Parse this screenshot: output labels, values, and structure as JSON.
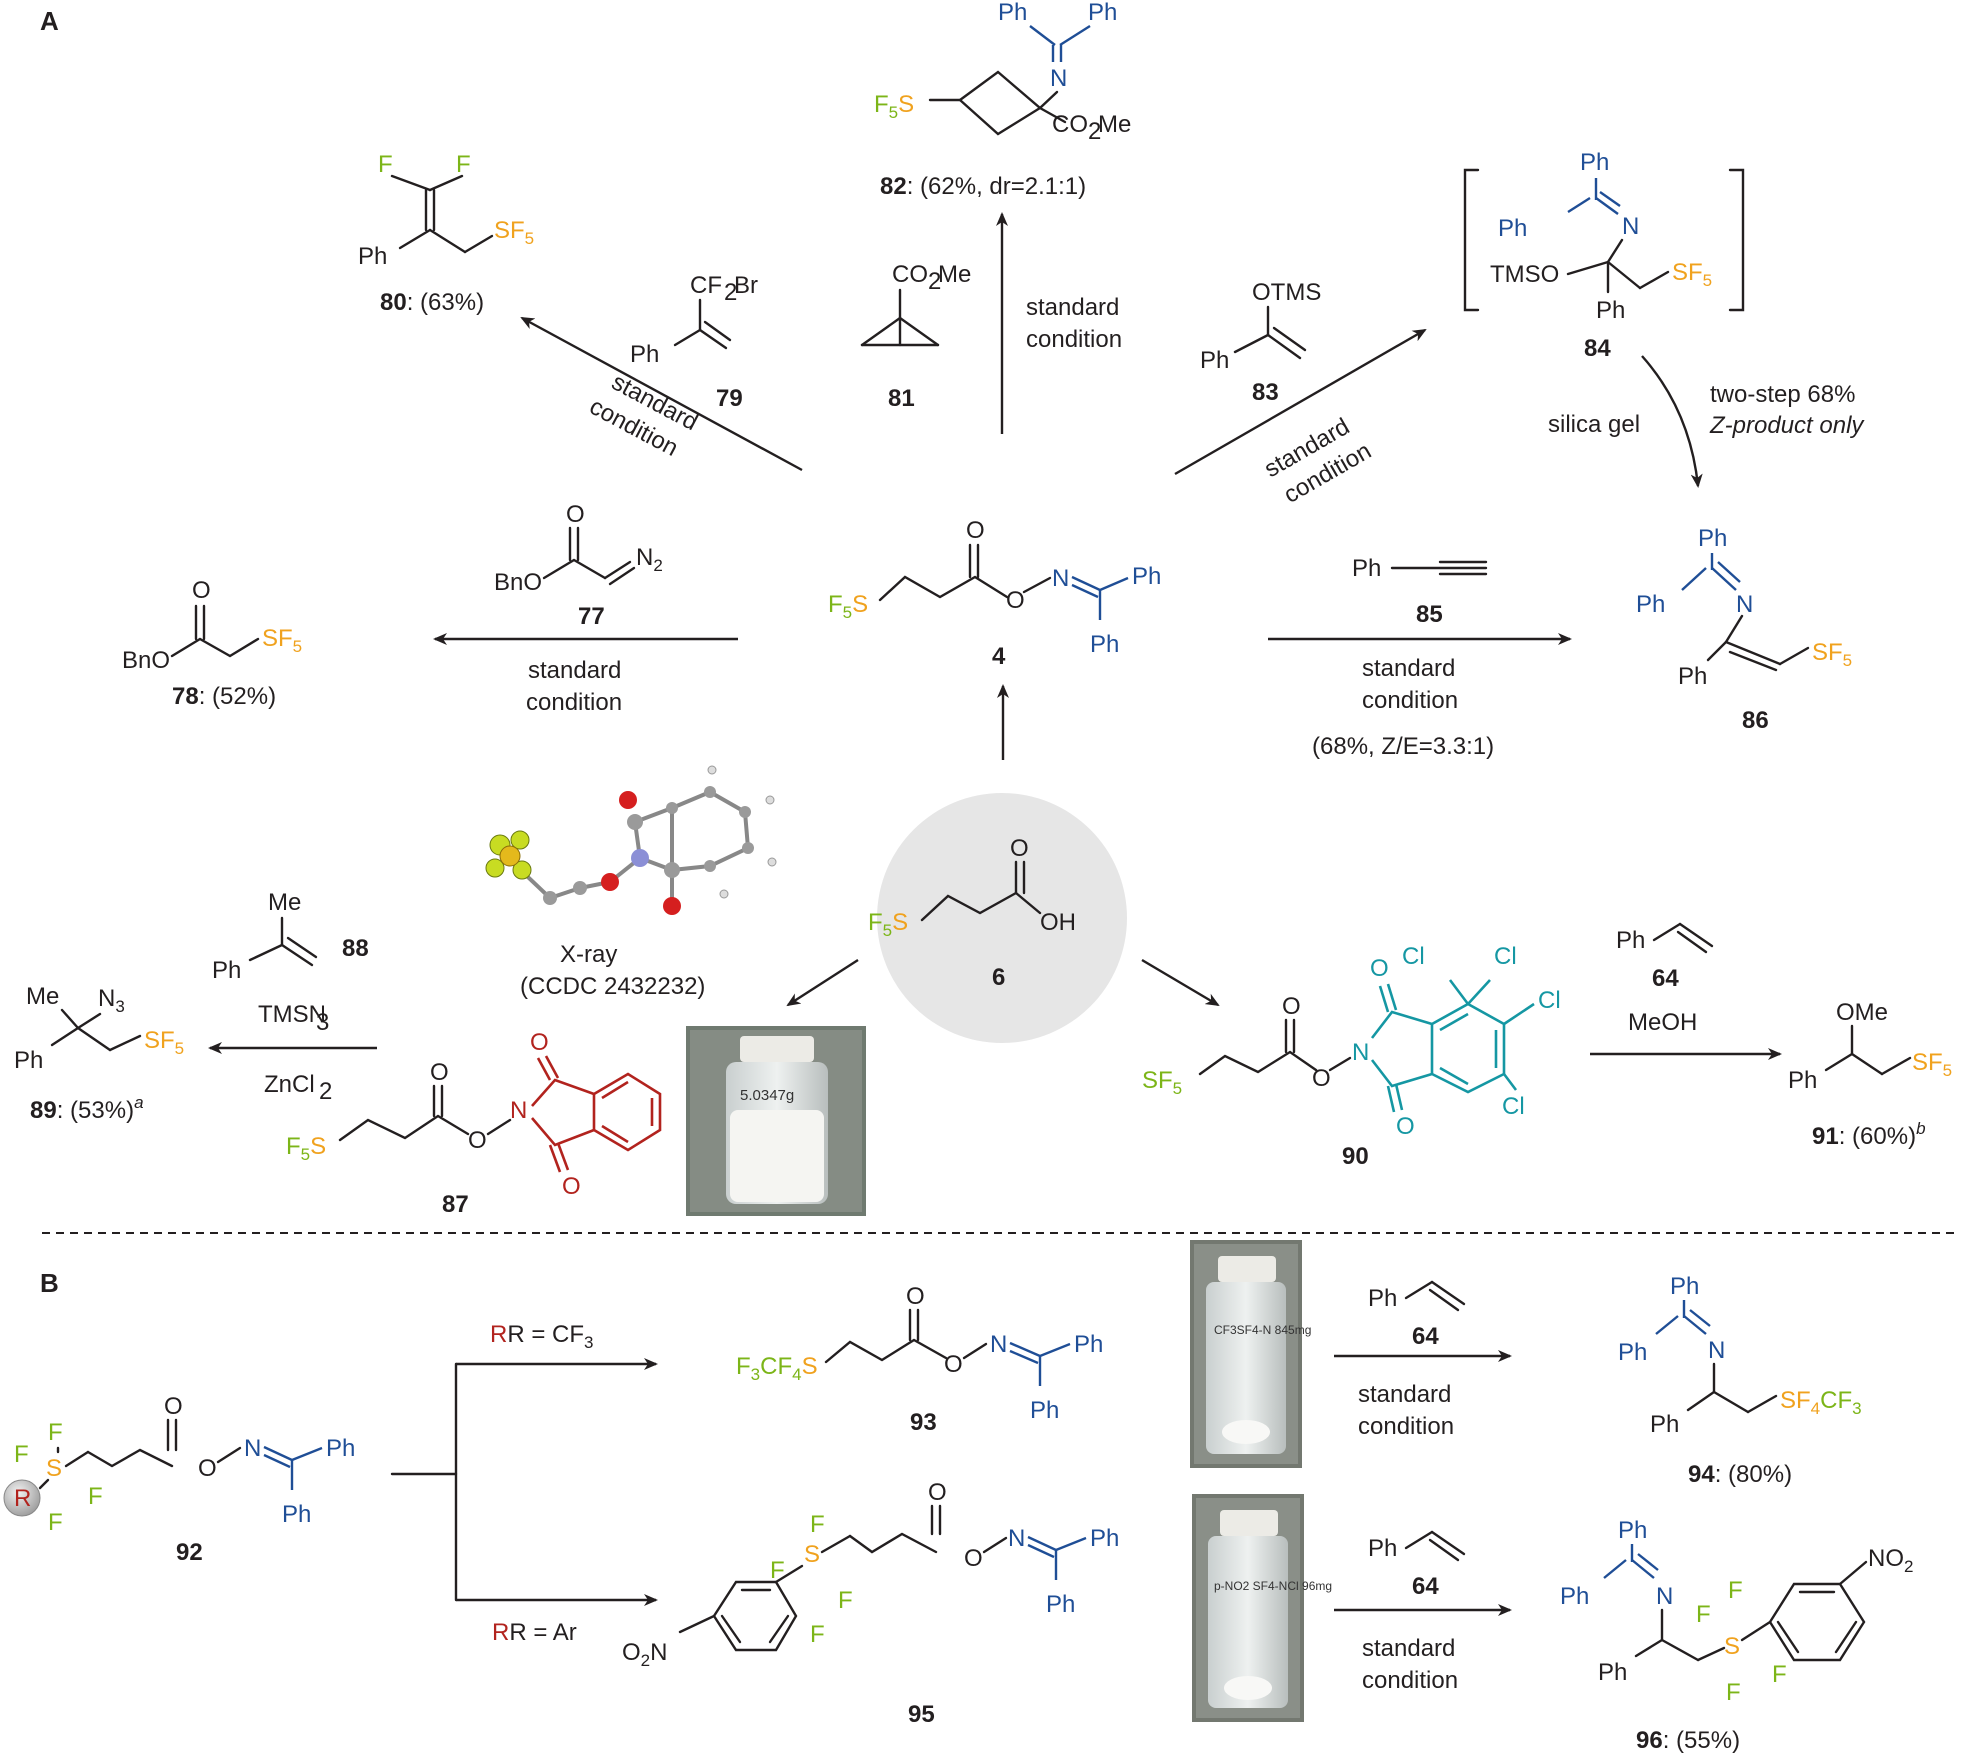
{
  "panels": {
    "a": "A",
    "b": "B"
  },
  "compounds": {
    "c4": "4",
    "c6": "6",
    "c77": "77",
    "c78": "78",
    "c79": "79",
    "c80": "80",
    "c81": "81",
    "c82": "82",
    "c83": "83",
    "c84": "84",
    "c85": "85",
    "c86": "86",
    "c87": "87",
    "c88": "88",
    "c89": "89",
    "c90": "90",
    "c91": "91",
    "c92": "92",
    "c93": "93",
    "c94": "94",
    "c95": "95",
    "c96": "96",
    "c64": "64"
  },
  "yields": {
    "y78": ": (52%)",
    "y80": ": (63%)",
    "y82": ": (62%, dr=2.1:1)",
    "y86": "(68%, Z/E=3.3:1)",
    "y89": ": (53%)",
    "y91": ": (60%)",
    "y94": ": (80%)",
    "y96": ": (55%)",
    "sup_a": "a",
    "sup_b": "b"
  },
  "conditions": {
    "standard": "standard",
    "condition": "condition",
    "silica_gel": "silica gel",
    "two_step": "two-step 68%",
    "z_only": "Z-product only",
    "tmsn3": "TMSN",
    "zncl2": "ZnCl",
    "meoh": "MeOH",
    "r_cf3": "R = CF",
    "r_ar": "R = Ar"
  },
  "xray": {
    "label": "X-ray",
    "ccdc": "(CCDC 2432232)"
  },
  "vial_labels": {
    "v1": "5.0347g",
    "v2": "CF3SF4-N 845mg",
    "v3": "p-NO2 SF4-NCl 96mg"
  },
  "atoms": {
    "ph": "Ph",
    "n": "N",
    "o": "O",
    "oh": "OH",
    "cl": "Cl",
    "f": "F",
    "me": "Me",
    "ome": "OMe",
    "bno": "BnO",
    "tmso": "TMSO",
    "otms": "OTMS",
    "co2me": "CO",
    "cf2br": "CF",
    "r": "R"
  }
}
